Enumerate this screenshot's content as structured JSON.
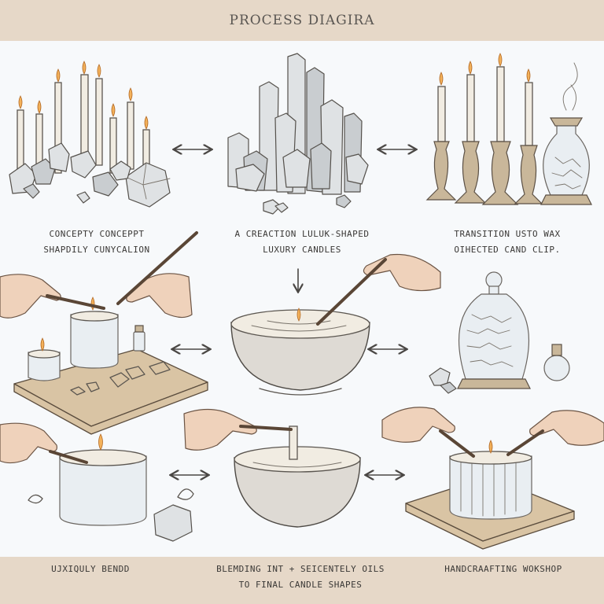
{
  "header": {
    "title": "PROCESS DIAGIRA"
  },
  "captions": {
    "row1": {
      "left": [
        "CONCEPTY CONCEPPT",
        "SHAPDILY CUNYCALION"
      ],
      "center": [
        "A CREACTION LULUK-SHAPED",
        "LUXURY CANDLES"
      ],
      "right": [
        "TRANSITION USTO WAX",
        "OIHECTED CAND CLIP."
      ]
    },
    "row3": {
      "left": [
        "UJXIQULY BENDD"
      ],
      "center": [
        "BLEMDING INT + SEICENTELY OILS",
        "TO FINAL CANDLE SHAPES"
      ],
      "right": [
        "HANDCRAAFTING WOKSHOP"
      ]
    }
  },
  "colors": {
    "frame": "#e6d8c8",
    "panel": "#f7f9fb",
    "flame": "#f3b15a",
    "ink": "#5b5650"
  },
  "icons": [
    "crystal-cluster",
    "candlestick",
    "oil-vial",
    "mixing-bowl",
    "glass-jar",
    "hand",
    "stirring-stick",
    "double-arrow",
    "down-arrow"
  ]
}
